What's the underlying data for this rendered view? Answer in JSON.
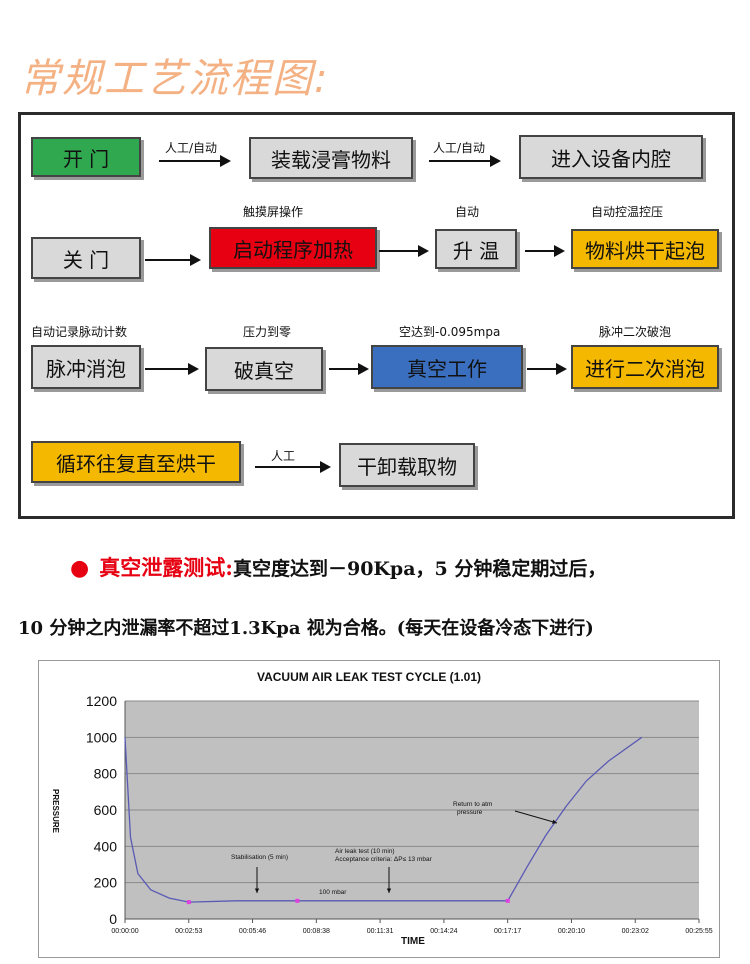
{
  "heading": "常规工艺流程图:",
  "flow": {
    "boxes": {
      "open_door": "开 门",
      "load_material": "装载浸膏物料",
      "enter_chamber": "进入设备内腔",
      "close_door": "关 门",
      "start_heat": "启动程序加热",
      "heat_up": "升 温",
      "dry_foam": "物料烘干起泡",
      "pulse_defoam": "脉冲消泡",
      "break_vacuum": "破真空",
      "vacuum_work": "真空工作",
      "second_defoam": "进行二次消泡",
      "loop_dry": "循环往复直至烘干",
      "unload": "干卸载取物"
    },
    "labels": {
      "manual_auto_1": "人工/自动",
      "manual_auto_2": "人工/自动",
      "touch_screen": "触摸屏操作",
      "auto": "自动",
      "auto_temp_pressure": "自动控温控压",
      "auto_record_pulse": "自动记录脉动计数",
      "pressure_zero": "压力到零",
      "vacuum_to": "空达到-0.095mpa",
      "pulse_second_break": "脉冲二次破泡",
      "manual": "人工"
    },
    "colors": {
      "green": "#2fa84f",
      "gray": "#d9d9d9",
      "red": "#e60012",
      "blue": "#3a6fc0",
      "orange": "#f5b800"
    }
  },
  "leak_test": {
    "bullet": "●",
    "title": "真空泄露测试:",
    "line1_rest": "真空度达到－90Kpa，5 分钟稳定期过后，",
    "line2": "10 分钟之内泄漏率不超过1.3Kpa 视为合格。(每天在设备冷态下进行)"
  },
  "chart_data": {
    "type": "line",
    "title": "VACUUM AIR LEAK TEST CYCLE (1.01)",
    "xlabel": "TIME",
    "ylabel": "PRESSURE",
    "ylim": [
      0,
      1200
    ],
    "yticks": [
      "0",
      "200",
      "400",
      "600",
      "800",
      "1000",
      "1200"
    ],
    "xticks": [
      "00:00:00",
      "00:02:53",
      "00:05:46",
      "00:08:38",
      "00:11:31",
      "00:14:24",
      "00:17:17",
      "00:20:10",
      "00:23:02",
      "00:25:55"
    ],
    "xlim_seconds": [
      0,
      1555
    ],
    "grid": true,
    "legend": "none",
    "plot_bg": "#c0c0c0",
    "line_color": "#5a5ab5",
    "marker_color": "#e040e0",
    "series": [
      {
        "x_seconds": [
          0,
          15,
          35,
          70,
          120,
          173,
          300,
          450,
          600,
          750,
          900,
          1037,
          1090,
          1140,
          1195,
          1250,
          1310,
          1400
        ],
        "values": [
          1000,
          450,
          250,
          160,
          115,
          93,
          100,
          100,
          100,
          100,
          100,
          100,
          290,
          460,
          620,
          760,
          870,
          1000
        ]
      }
    ],
    "markers_x_seconds": [
      173,
      467,
      1037
    ],
    "annotations": {
      "stabilisation": "Stabilisation (5 min)",
      "air_leak_1": "Air leak test (10 min)",
      "air_leak_2": "Acceptance criteria: ΔP≤ 13 mbar",
      "level": "100 mbar",
      "return_1": "Return to atm",
      "return_2": "pressure"
    }
  }
}
